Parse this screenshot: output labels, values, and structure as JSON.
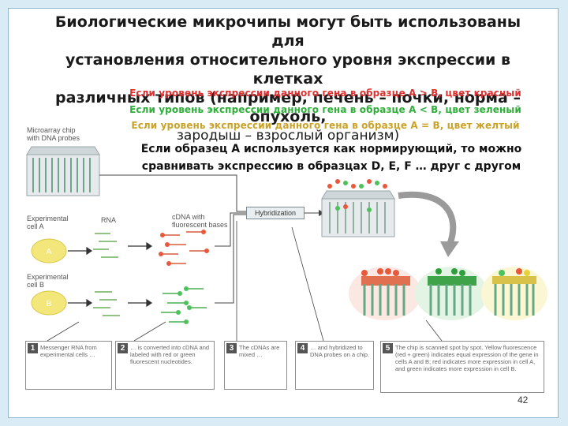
{
  "title": {
    "line1": "Биологические микрочипы могут быть использованы для",
    "line2": "установления относительного уровня экспрессии в клетках",
    "line3": "различных типов (например, печень – почки, норма – опухоль,",
    "line4": "зародыш – взрослый организм)"
  },
  "conditions": {
    "red": "Если уровень экспрессии данного гена в образце А > В, цвет красный",
    "green": "Если уровень экспрессии данного гена в образце А < В, цвет зеленый",
    "yellow": "Если уровень экспрессии данного гена в образце А = В, цвет желтый"
  },
  "normalization": {
    "line1": "Если образец А используется как нормирующий, то можно",
    "line2": "сравнивать экспрессию в образцах D, E, F … друг с другом"
  },
  "diagram": {
    "chip_label_1": "Microarray chip",
    "chip_label_2": "with DNA probes",
    "cell_a_label_1": "Experimental",
    "cell_a_label_2": "cell A",
    "cell_b_label_1": "Experimental",
    "cell_b_label_2": "cell B",
    "cell_a_letter": "A",
    "cell_b_letter": "B",
    "rna_label": "RNA",
    "cdna_label_1": "cDNA with",
    "cdna_label_2": "fluorescent bases",
    "hybridization": "Hybridization"
  },
  "steps": [
    {
      "num": "1",
      "text": "Messenger RNA from experimental cells …"
    },
    {
      "num": "2",
      "text": "… is converted into cDNA and labeled with red or green fluorescent nucleotides."
    },
    {
      "num": "3",
      "text": "The cDNAs are mixed …"
    },
    {
      "num": "4",
      "text": "… and hybridized to DNA probes on a chip."
    },
    {
      "num": "5",
      "text": "The chip is scanned spot by spot. Yellow fluorescence (red + green) indicates equal expression of the gene in cells A and B; red indicates more expression in cell A, and green indicates more expression in cell B."
    }
  ],
  "colors": {
    "red": "#e03030",
    "green": "#2fae3a",
    "yellow": "#c9a227",
    "cell": "#f3e67a"
  },
  "page_number": "42"
}
